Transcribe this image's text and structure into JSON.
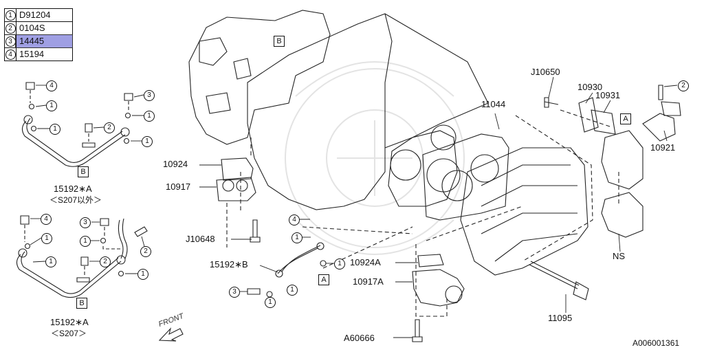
{
  "legend": [
    {
      "num": "1",
      "code": "D91204",
      "selected": false
    },
    {
      "num": "2",
      "code": "0104S",
      "selected": false
    },
    {
      "num": "3",
      "code": "14445",
      "selected": true
    },
    {
      "num": "4",
      "code": "15194",
      "selected": false
    }
  ],
  "parts": {
    "p10924": "10924",
    "p10917": "10917",
    "pJ10648": "J10648",
    "p15192B": "15192∗B",
    "p10924A": "10924A",
    "p10917A": "10917A",
    "pA60666": "A60666",
    "p11095": "11095",
    "p11044": "11044",
    "pJ10650": "J10650",
    "p10930": "10930",
    "p10931": "10931",
    "p10921": "10921",
    "pNS": "NS",
    "p15192A_1": "15192∗A",
    "p15192A_1_note": "＜S207以外＞",
    "p15192A_2": "15192∗A",
    "p15192A_2_note": "＜S207＞"
  },
  "refs": {
    "A": "A",
    "B": "B"
  },
  "callout_nums": {
    "one": "1",
    "two": "2",
    "three": "3",
    "four": "4"
  },
  "front_label": "FRONT",
  "diagram_id": "A006001361"
}
